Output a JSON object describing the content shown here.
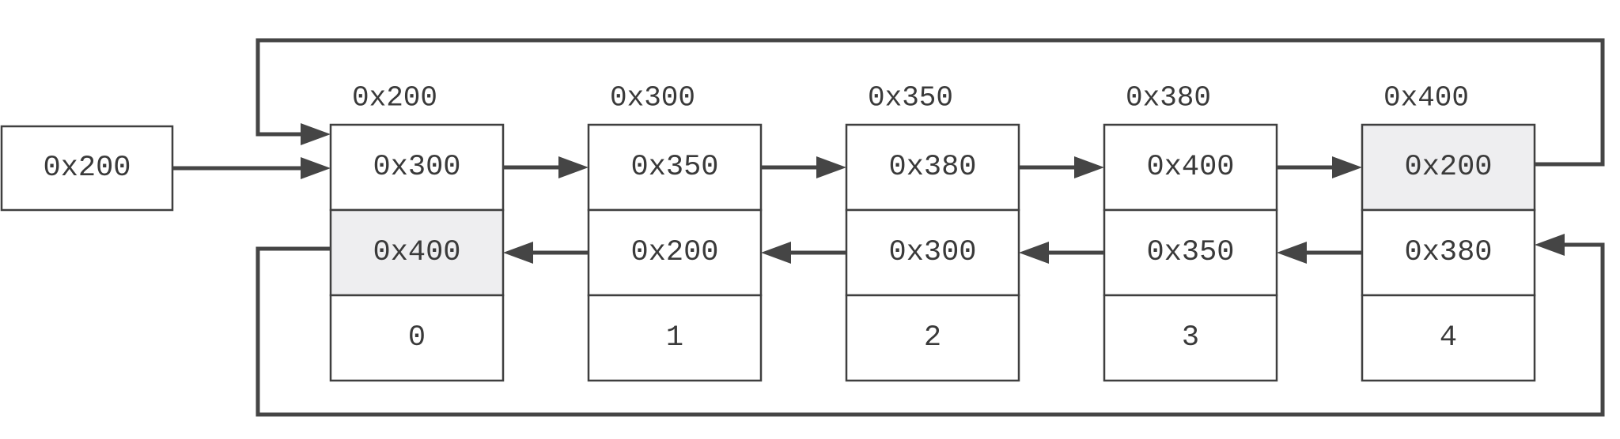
{
  "head_pointer": {
    "value": "0x200"
  },
  "nodes": [
    {
      "address": "0x200",
      "next": "0x300",
      "prev": "0x400",
      "data": "0",
      "prev_highlighted": true,
      "next_highlighted": false
    },
    {
      "address": "0x300",
      "next": "0x350",
      "prev": "0x200",
      "data": "1",
      "prev_highlighted": false,
      "next_highlighted": false
    },
    {
      "address": "0x350",
      "next": "0x380",
      "prev": "0x300",
      "data": "2",
      "prev_highlighted": false,
      "next_highlighted": false
    },
    {
      "address": "0x380",
      "next": "0x400",
      "prev": "0x350",
      "data": "3",
      "prev_highlighted": false,
      "next_highlighted": false
    },
    {
      "address": "0x400",
      "next": "0x200",
      "prev": "0x380",
      "data": "4",
      "prev_highlighted": false,
      "next_highlighted": true
    }
  ],
  "colors": {
    "cell_fill": "#ffffff",
    "highlight_fill": "#eeeef0",
    "border": "#3f3f3f",
    "arrow": "#454545",
    "text": "#3a3a3a"
  }
}
